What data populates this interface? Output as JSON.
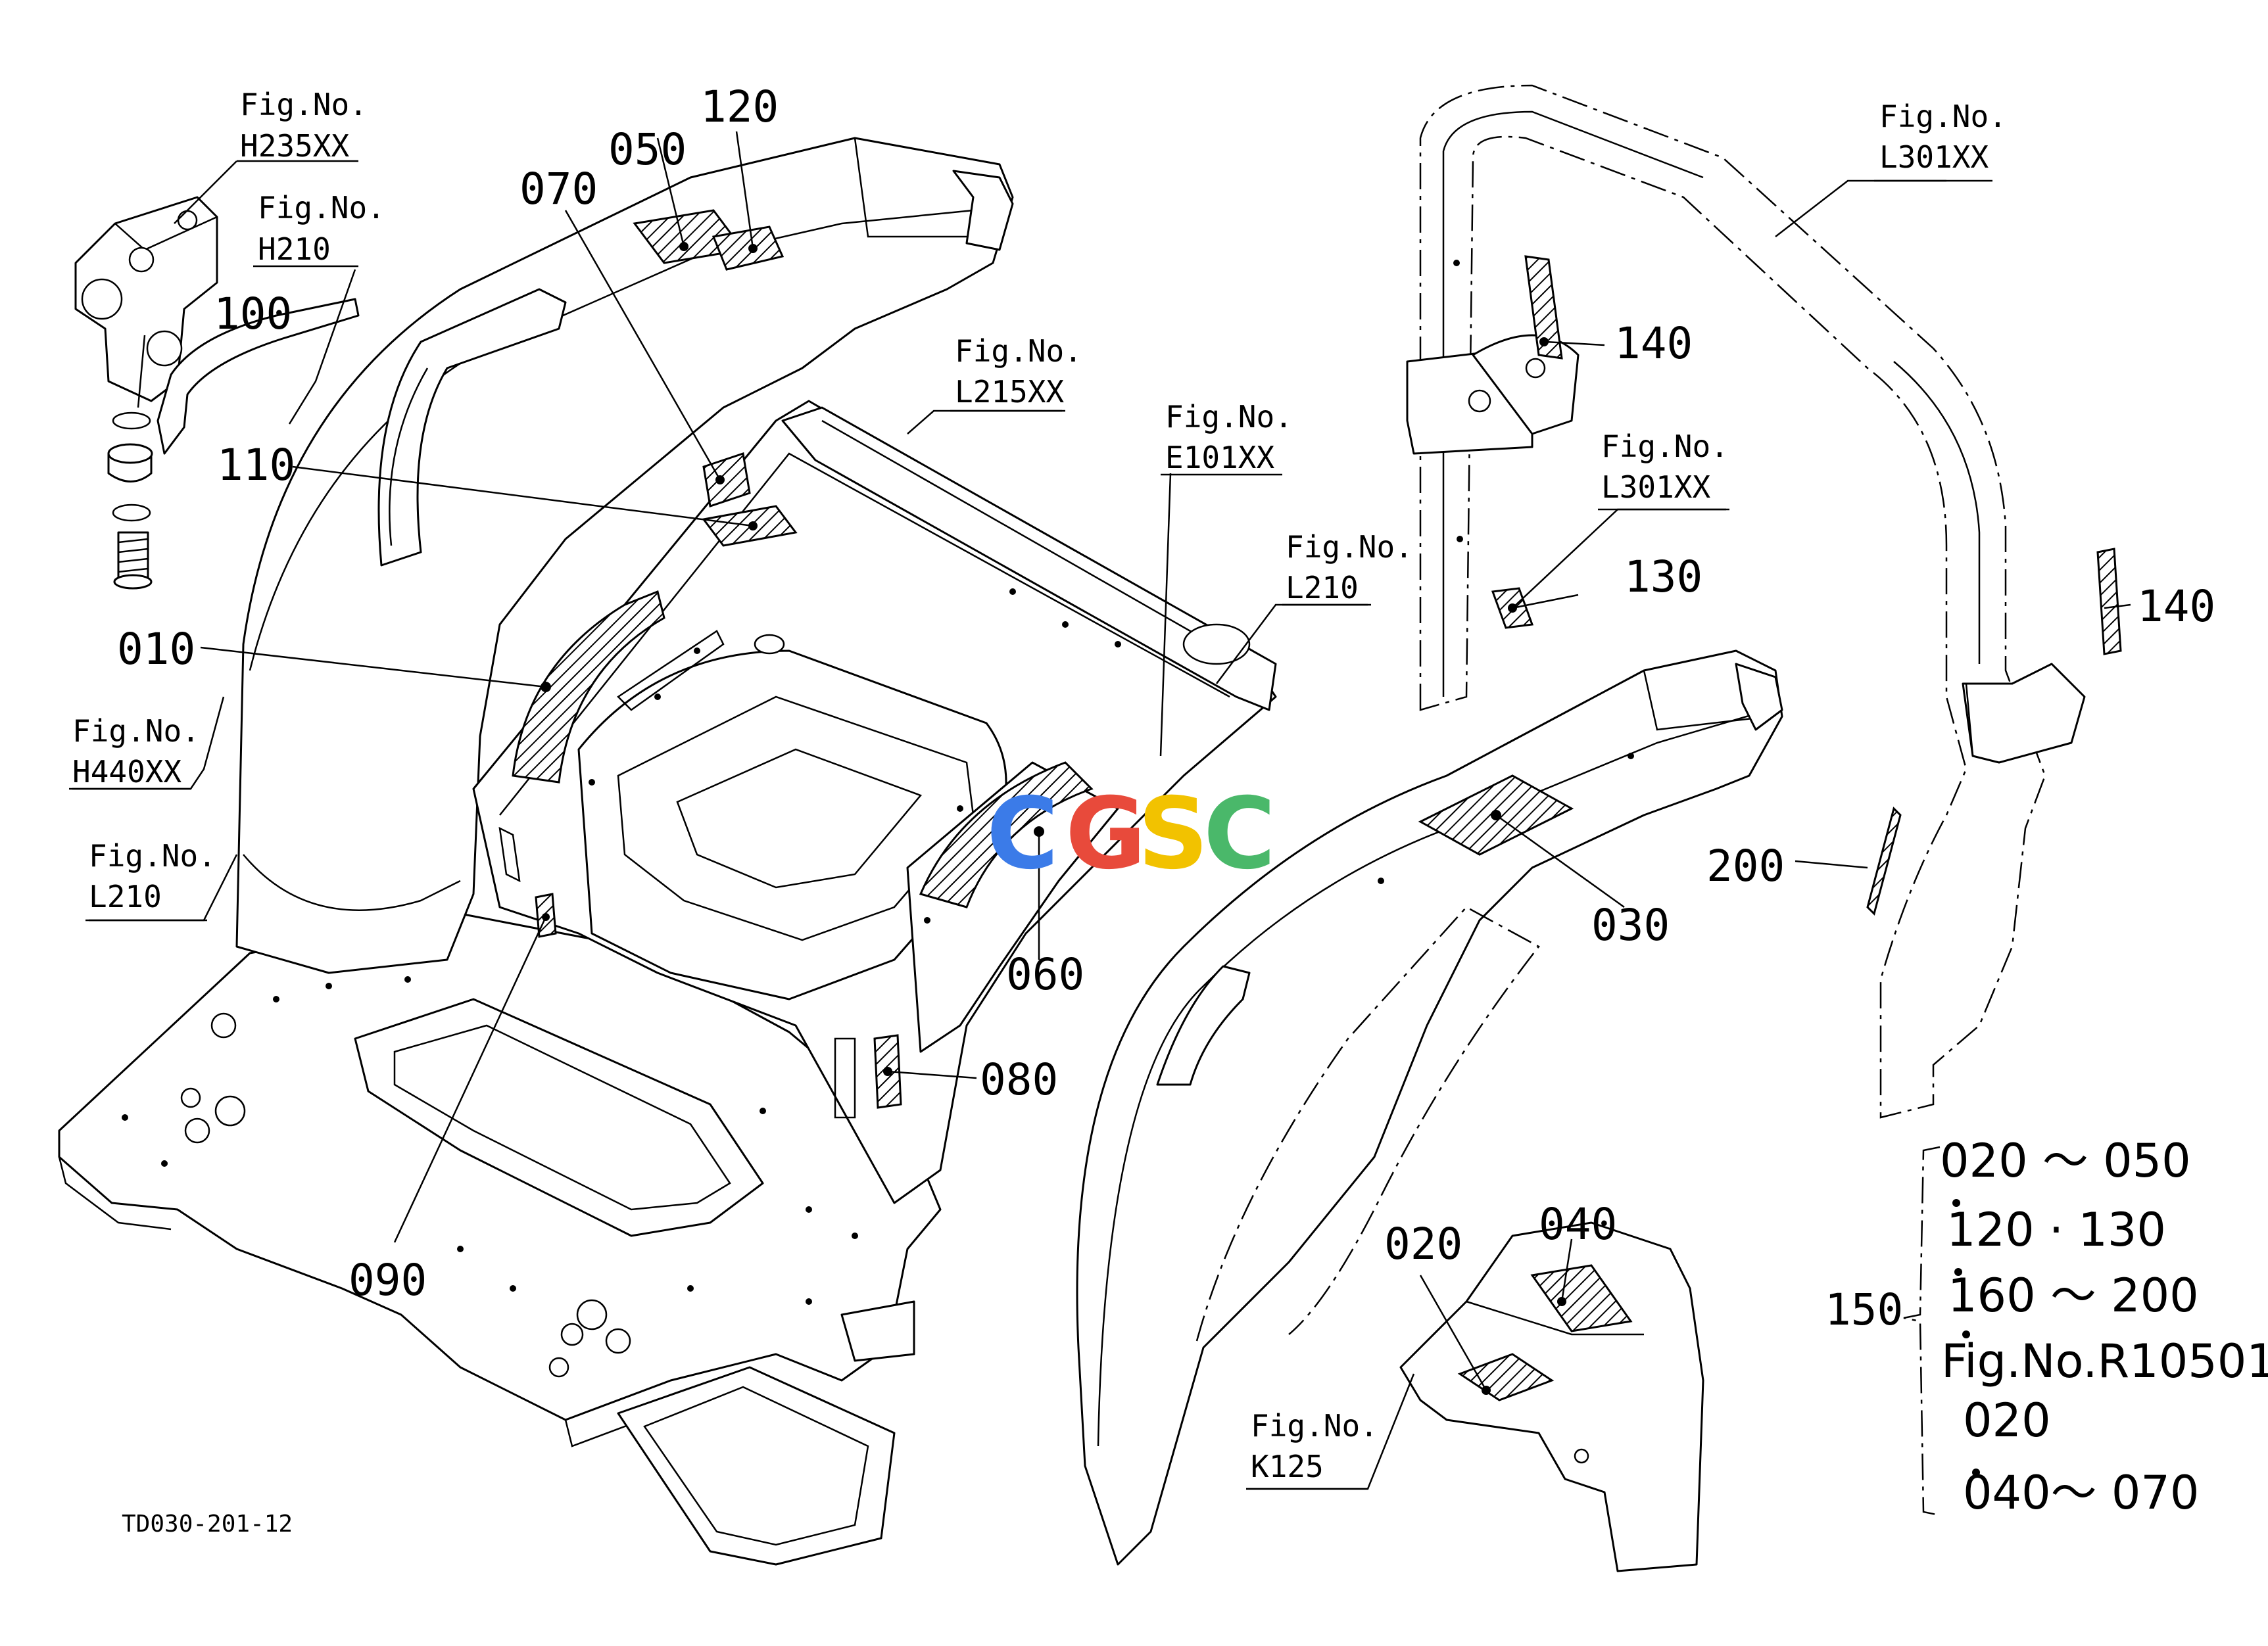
{
  "drawing_id": "TD030-201-12",
  "watermark": {
    "letters": [
      "C",
      "G",
      "S",
      "C"
    ],
    "colors": [
      "#3b7be8",
      "#e84a3b",
      "#f2c200",
      "#4ab86a"
    ]
  },
  "callouts": {
    "c010": "010",
    "c020": "020",
    "c030": "030",
    "c040": "040",
    "c050": "050",
    "c060": "060",
    "c070": "070",
    "c080": "080",
    "c090": "090",
    "c100": "100",
    "c110": "110",
    "c120": "120",
    "c130": "130",
    "c140a": "140",
    "c140b": "140",
    "c150": "150",
    "c200": "200"
  },
  "fig_refs": {
    "h235": {
      "l1": "Fig.No.",
      "l2": "H235XX"
    },
    "h210": {
      "l1": "Fig.No.",
      "l2": "H210"
    },
    "l215": {
      "l1": "Fig.No.",
      "l2": "L215XX"
    },
    "e101": {
      "l1": "Fig.No.",
      "l2": "E101XX"
    },
    "l301a": {
      "l1": "Fig.No.",
      "l2": "L301XX"
    },
    "l301b": {
      "l1": "Fig.No.",
      "l2": "L301XX"
    },
    "l210a": {
      "l1": "Fig.No.",
      "l2": "L210"
    },
    "h440": {
      "l1": "Fig.No.",
      "l2": "H440XX"
    },
    "l210b": {
      "l1": "Fig.No.",
      "l2": "L210"
    },
    "k125": {
      "l1": "Fig.No.",
      "l2": "K125"
    }
  },
  "set_note": {
    "line1": "020 ～ 050",
    "line2": "120 · 130",
    "line3": "160 ～ 200",
    "line4": "Fig.No.R10501",
    "line5": "020",
    "line6": "040～ 070"
  }
}
